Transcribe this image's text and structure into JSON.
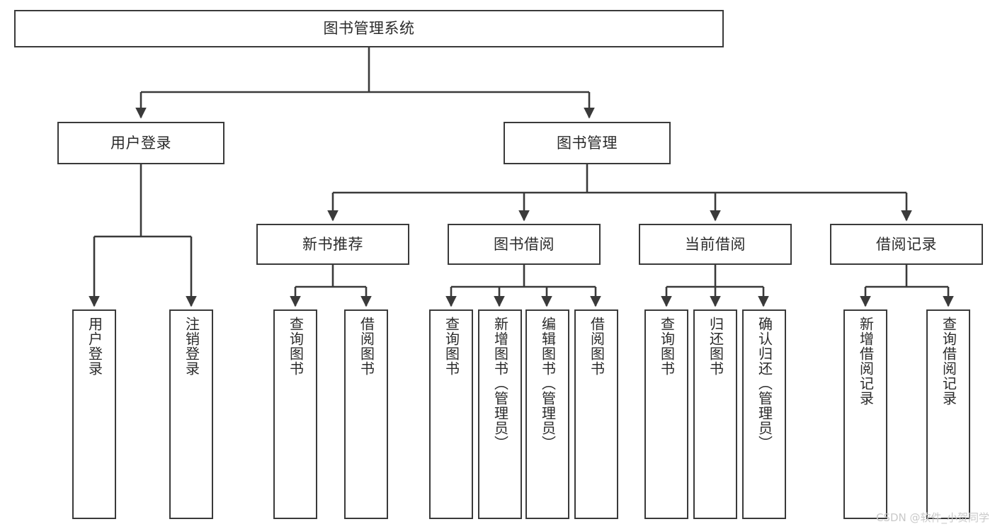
{
  "diagram": {
    "title": "图书管理系统",
    "type": "tree-hierarchy-diagram",
    "watermark": "CSDN @软件_小贺同学",
    "colors": {
      "background": "#ffffff",
      "box_border": "#3a3a3a",
      "box_fill": "#ffffff",
      "text": "#2b2b2b",
      "edge": "#3a3a3a",
      "watermark": "#c9c9c9"
    },
    "nodes": {
      "root": {
        "label": "图书管理系统"
      },
      "level2": [
        {
          "label": "用户登录"
        },
        {
          "label": "图书管理"
        }
      ],
      "level3": [
        {
          "label": "新书推荐"
        },
        {
          "label": "图书借阅"
        },
        {
          "label": "当前借阅"
        },
        {
          "label": "借阅记录"
        }
      ],
      "leaves": {
        "user_login": [
          {
            "label": "用户登录"
          },
          {
            "label": "注销登录"
          }
        ],
        "new_book_recommend": [
          {
            "label": "查询图书"
          },
          {
            "label": "借阅图书"
          }
        ],
        "book_borrow": [
          {
            "label": "查询图书"
          },
          {
            "label": "新增图书（管理员）"
          },
          {
            "label": "编辑图书（管理员）"
          },
          {
            "label": "借阅图书"
          }
        ],
        "current_borrow": [
          {
            "label": "查询图书"
          },
          {
            "label": "归还图书"
          },
          {
            "label": "确认归还（管理员）"
          }
        ],
        "borrow_record": [
          {
            "label": "新增借阅记录"
          },
          {
            "label": "查询借阅记录"
          }
        ]
      }
    }
  }
}
